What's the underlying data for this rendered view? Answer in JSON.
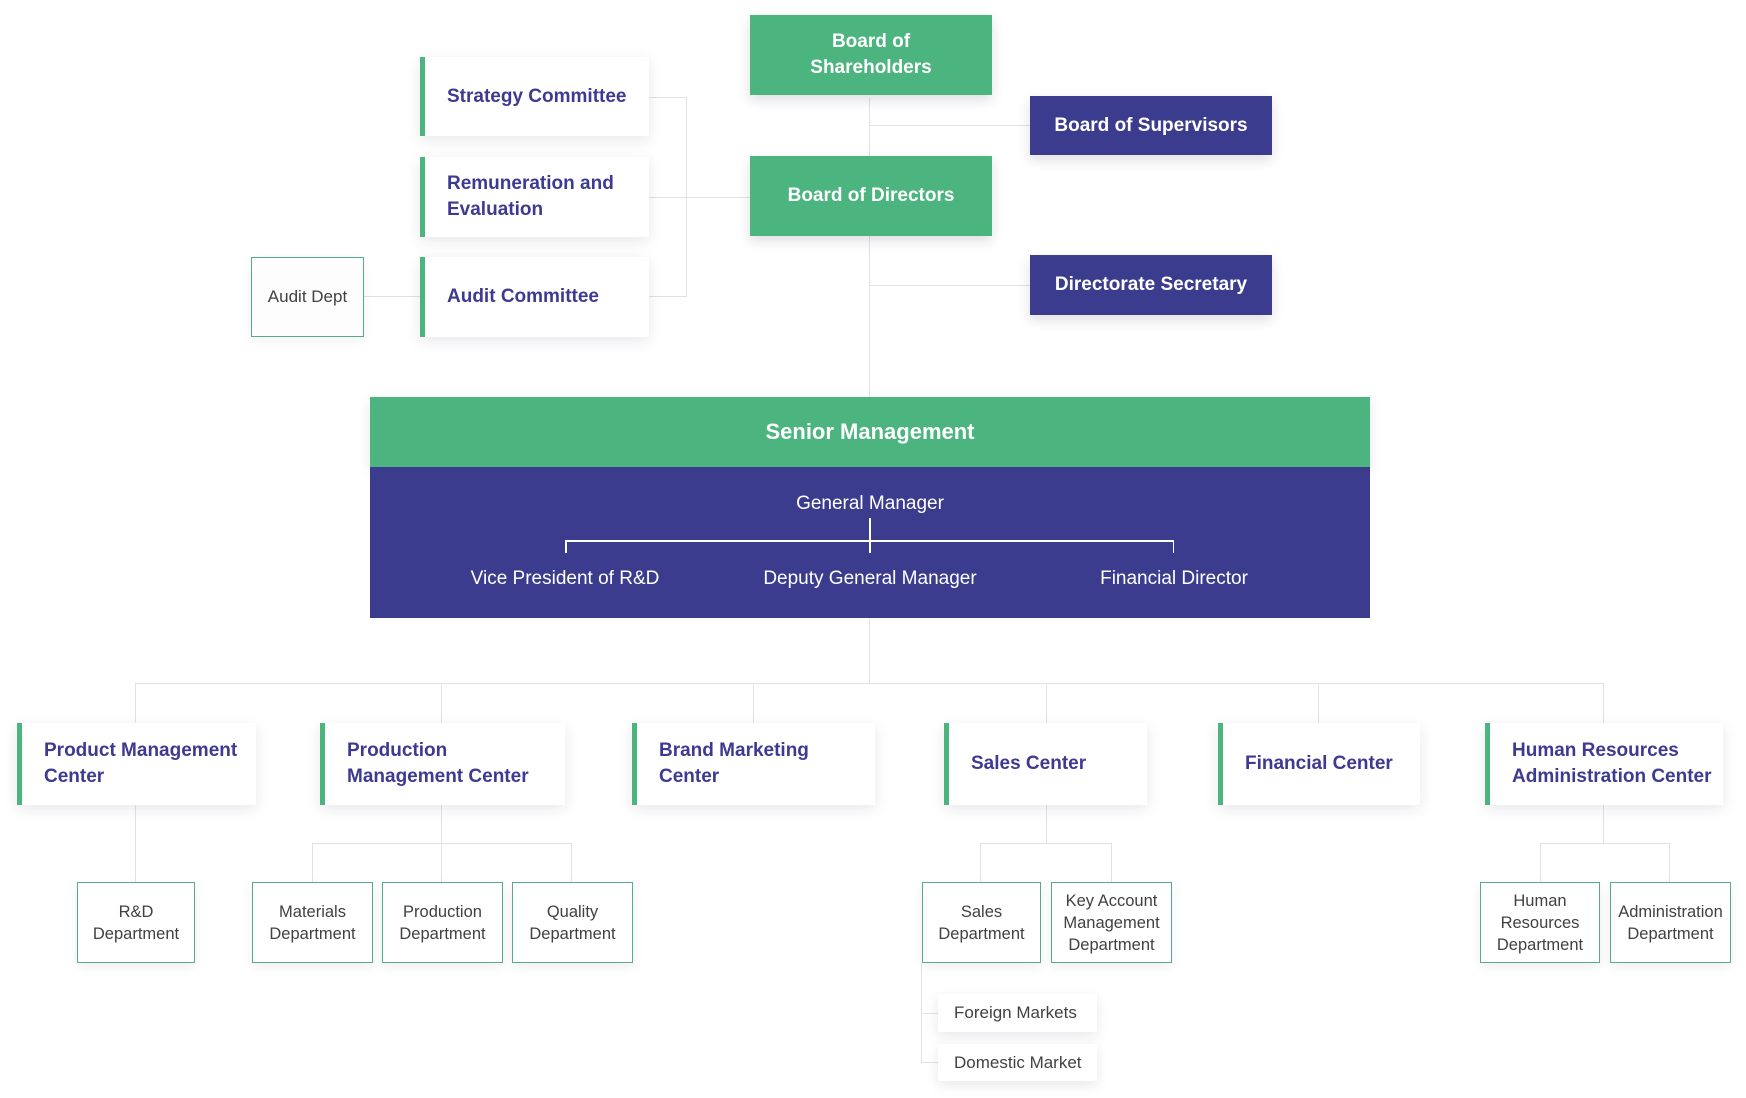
{
  "palette": {
    "green": "#4CB47E",
    "blue": "#3C3C8E",
    "label_purple": "#3E3A91",
    "label_gray": "#414141",
    "border_green": "#55AC8C",
    "connector_gray": "#E2E2E6"
  },
  "governance": {
    "board_of_shareholders": {
      "lines": [
        "Board of",
        "Shareholders"
      ]
    },
    "board_of_supervisors": {
      "label": "Board of Supervisors"
    },
    "board_of_directors": {
      "label": "Board of Directors"
    },
    "directorate_secretary": {
      "label": "Directorate Secretary"
    },
    "strategy_committee": {
      "label": "Strategy Committee"
    },
    "remuneration_committee": {
      "lines": [
        "Remuneration and",
        "Evaluation"
      ]
    },
    "audit_committee": {
      "label": "Audit Committee"
    },
    "audit_dept": {
      "label": "Audit Dept"
    }
  },
  "senior_management": {
    "title": "Senior Management",
    "general_manager": "General Manager",
    "positions": [
      "Vice President of R&D",
      "Deputy General Manager",
      "Financial Director"
    ]
  },
  "centers": [
    {
      "id": "product-management-center",
      "lines": [
        "Product Management",
        "Center"
      ]
    },
    {
      "id": "production-management-center",
      "lines": [
        "Production",
        "Management Center"
      ]
    },
    {
      "id": "brand-marketing-center",
      "lines": [
        "Brand Marketing",
        "Center"
      ]
    },
    {
      "id": "sales-center",
      "lines": [
        "Sales Center"
      ]
    },
    {
      "id": "financial-center",
      "lines": [
        "Financial Center"
      ]
    },
    {
      "id": "hr-administration-center",
      "lines": [
        "Human Resources",
        "Administration Center"
      ]
    }
  ],
  "departments": [
    {
      "id": "rd-department",
      "lines": [
        "R&D",
        "Department"
      ]
    },
    {
      "id": "materials-department",
      "lines": [
        "Materials",
        "Department"
      ]
    },
    {
      "id": "production-department",
      "lines": [
        "Production",
        "Department"
      ]
    },
    {
      "id": "quality-department",
      "lines": [
        "Quality",
        "Department"
      ]
    },
    {
      "id": "sales-department",
      "lines": [
        "Sales",
        "Department"
      ]
    },
    {
      "id": "key-account-management-department",
      "lines": [
        "Key Account",
        "Management",
        "Department"
      ]
    },
    {
      "id": "human-resources-department",
      "lines": [
        "Human",
        "Resources",
        "Department"
      ]
    },
    {
      "id": "administration-department",
      "lines": [
        "Administration",
        "Department"
      ]
    }
  ],
  "markets": [
    {
      "label": "Foreign Markets"
    },
    {
      "label": "Domestic Market"
    }
  ]
}
